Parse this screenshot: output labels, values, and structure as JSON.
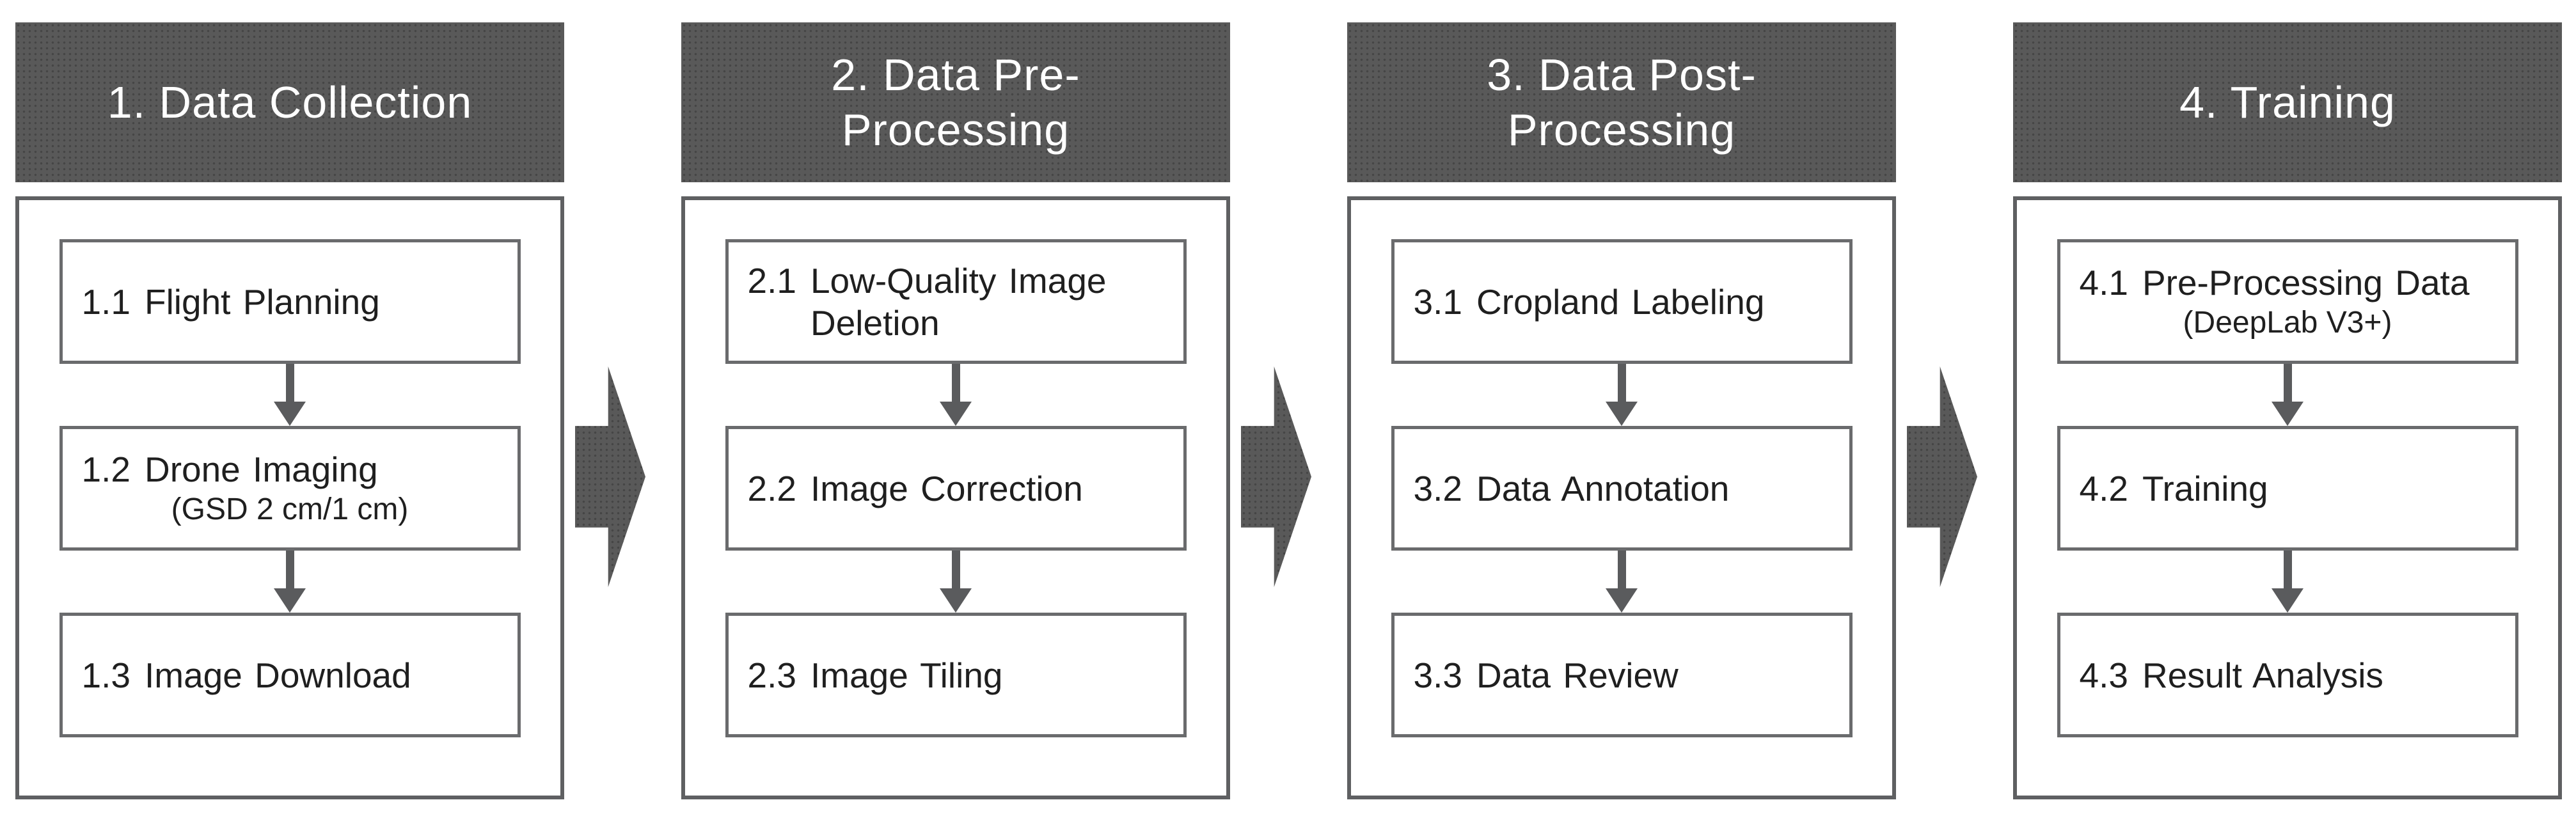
{
  "diagram": {
    "colors": {
      "header_bg": "#595959",
      "header_text": "#ffffff",
      "arrow_fill": "#595959",
      "box_border": "#5f6062",
      "step_border": "#6a6b6d",
      "step_text": "#1f1f1f",
      "connector": "#5a5b5d",
      "background": "#ffffff"
    },
    "stages": [
      {
        "header_lines": [
          "1. Data Collection",
          ""
        ],
        "steps": [
          {
            "number": "1.1",
            "title": "Flight Planning",
            "subtitle": ""
          },
          {
            "number": "1.2",
            "title": "Drone Imaging",
            "subtitle": "(GSD 2 cm/1 cm)"
          },
          {
            "number": "1.3",
            "title": "Image Download",
            "subtitle": ""
          }
        ]
      },
      {
        "header_lines": [
          "2. Data Pre-",
          "Processing"
        ],
        "steps": [
          {
            "number": "2.1",
            "title": "Low-Quality Image Deletion",
            "subtitle": ""
          },
          {
            "number": "2.2",
            "title": "Image Correction",
            "subtitle": ""
          },
          {
            "number": "2.3",
            "title": "Image Tiling",
            "subtitle": ""
          }
        ]
      },
      {
        "header_lines": [
          "3. Data Post-",
          "Processing"
        ],
        "steps": [
          {
            "number": "3.1",
            "title": "Cropland Labeling",
            "subtitle": ""
          },
          {
            "number": "3.2",
            "title": "Data Annotation",
            "subtitle": ""
          },
          {
            "number": "3.3",
            "title": "Data Review",
            "subtitle": ""
          }
        ]
      },
      {
        "header_lines": [
          "4. Training",
          ""
        ],
        "steps": [
          {
            "number": "4.1",
            "title": "Pre-Processing Data",
            "subtitle": "(DeepLab V3+)"
          },
          {
            "number": "4.2",
            "title": "Training",
            "subtitle": ""
          },
          {
            "number": "4.3",
            "title": "Result Analysis",
            "subtitle": ""
          }
        ]
      }
    ]
  }
}
